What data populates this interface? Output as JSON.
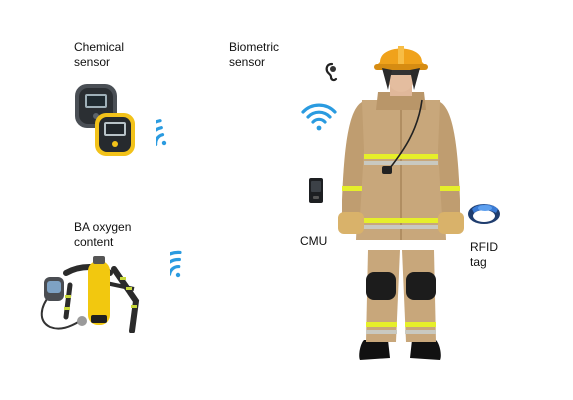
{
  "labels": {
    "chemical_sensor": [
      "Chemical",
      "sensor"
    ],
    "biometric_sensor": [
      "Biometric",
      "sensor"
    ],
    "ba_oxygen_content": [
      "BA oxygen",
      "content"
    ],
    "cmu": [
      "CMU"
    ],
    "rfid_tag": [
      "RFID",
      "tag"
    ]
  },
  "icons": {
    "wireless": "wifi-signal-icon",
    "gas_detector": "gas-detector-icon",
    "earpiece": "earpiece-icon",
    "cmu_device": "cmu-device-icon",
    "rfid_tag": "rfid-wristband-icon",
    "breathing_apparatus": "breathing-apparatus-icon",
    "firefighter": "firefighter-figure"
  },
  "colors": {
    "wireless": "#2a9be0",
    "uniform": "#c8a77b",
    "reflective_stripe": "#e6ef2a",
    "helmet": "#f0a21b",
    "cylinder": "#f2c80f"
  }
}
